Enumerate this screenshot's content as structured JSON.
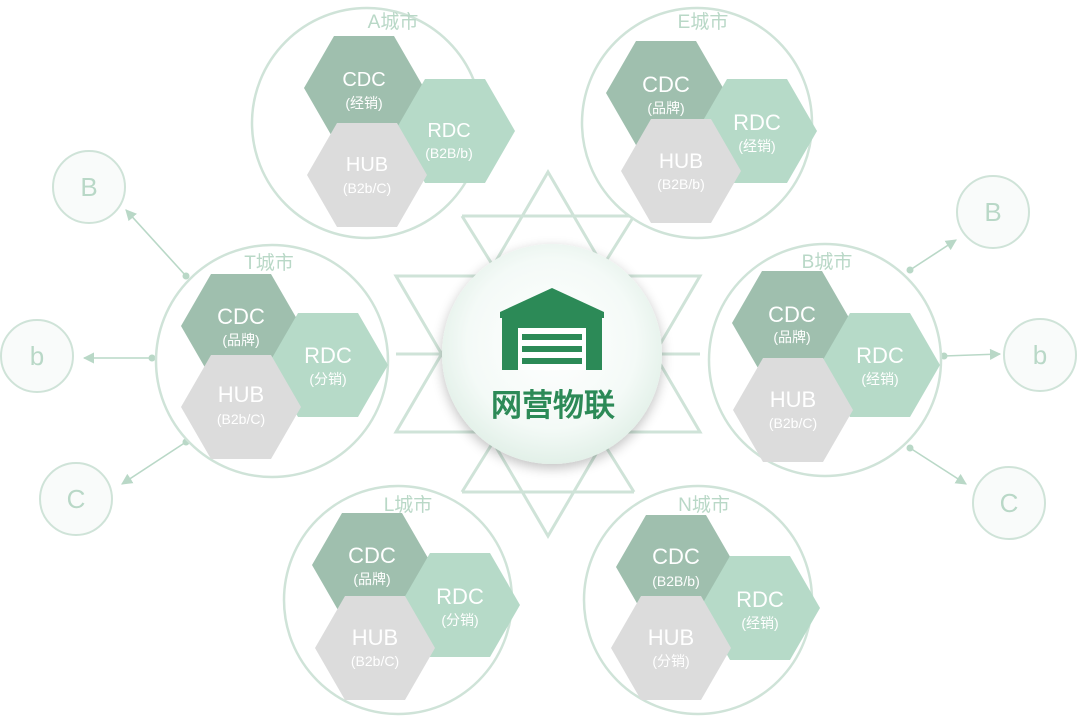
{
  "hub": {
    "title": "网营物联",
    "icon": "warehouse-icon"
  },
  "colors": {
    "ring": "#cfe3d8",
    "cdc": "#9fbfae",
    "rdc": "#b6dac8",
    "hub": "#dcdcdc",
    "city_label": "#b9d8c7",
    "endpoint_text": "#b9d8c7",
    "center_text": "#2c8a57",
    "center_icon": "#2c8a57"
  },
  "cities": [
    {
      "id": "A",
      "title": "A城市",
      "cdc": {
        "name": "CDC",
        "sub": "(经销)"
      },
      "rdc": {
        "name": "RDC",
        "sub": "(B2B/b)"
      },
      "hub": {
        "name": "HUB",
        "sub": "(B2b/C)"
      }
    },
    {
      "id": "E",
      "title": "E城市",
      "cdc": {
        "name": "CDC",
        "sub": "(品牌)"
      },
      "rdc": {
        "name": "RDC",
        "sub": "(经销)"
      },
      "hub": {
        "name": "HUB",
        "sub": "(B2B/b)"
      }
    },
    {
      "id": "T",
      "title": "T城市",
      "cdc": {
        "name": "CDC",
        "sub": "(品牌)"
      },
      "rdc": {
        "name": "RDC",
        "sub": "(分销)"
      },
      "hub": {
        "name": "HUB",
        "sub": "(B2b/C)"
      }
    },
    {
      "id": "B",
      "title": "B城市",
      "cdc": {
        "name": "CDC",
        "sub": "(品牌)"
      },
      "rdc": {
        "name": "RDC",
        "sub": "(经销)"
      },
      "hub": {
        "name": "HUB",
        "sub": "(B2b/C)"
      }
    },
    {
      "id": "L",
      "title": "L城市",
      "cdc": {
        "name": "CDC",
        "sub": "(品牌)"
      },
      "rdc": {
        "name": "RDC",
        "sub": "(分销)"
      },
      "hub": {
        "name": "HUB",
        "sub": "(B2b/C)"
      }
    },
    {
      "id": "N",
      "title": "N城市",
      "cdc": {
        "name": "CDC",
        "sub": "(B2B/b)"
      },
      "rdc": {
        "name": "RDC",
        "sub": "(经销)"
      },
      "hub": {
        "name": "HUB",
        "sub": "(分销)"
      }
    }
  ],
  "endpoints": {
    "left": [
      "B",
      "b",
      "C"
    ],
    "right": [
      "B",
      "b",
      "C"
    ]
  }
}
